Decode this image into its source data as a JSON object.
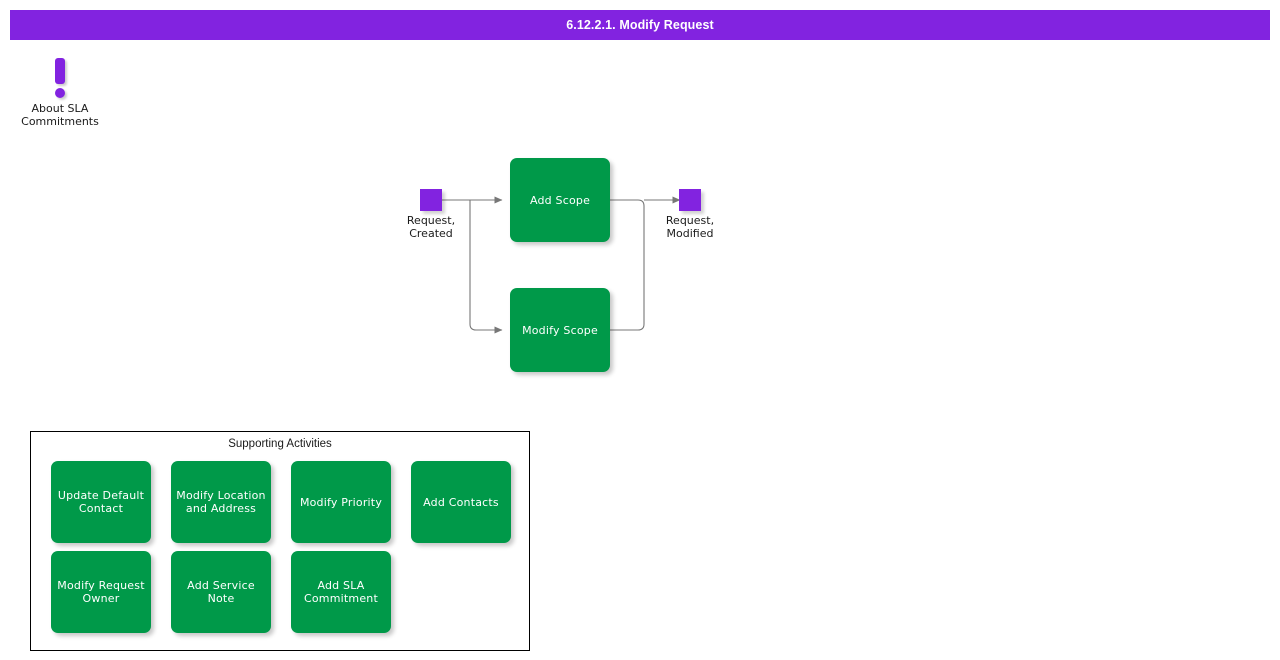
{
  "page": {
    "title": "6.12.2.1. Modify Request",
    "background_color": "#ffffff",
    "accent_purple": "#8223E0",
    "activity_green": "#009949",
    "border_color": "#000000"
  },
  "note": {
    "icon": "exclamation-icon",
    "label": "About SLA\nCommitments"
  },
  "flow": {
    "start_node": {
      "icon": "purple-square-node",
      "label": "Request,\nCreated",
      "color": "#8223E0"
    },
    "end_node": {
      "icon": "purple-square-node",
      "label": "Request,\nModified",
      "color": "#8223E0"
    },
    "activities": [
      {
        "label": "Add Scope",
        "color": "#009949"
      },
      {
        "label": "Modify Scope",
        "color": "#009949"
      }
    ]
  },
  "supporting": {
    "title": "Supporting Activities",
    "items": [
      {
        "label": "Update Default\nContact",
        "color": "#009949"
      },
      {
        "label": "Modify Location\nand Address",
        "color": "#009949"
      },
      {
        "label": "Modify Priority",
        "color": "#009949"
      },
      {
        "label": "Add Contacts",
        "color": "#009949"
      },
      {
        "label": "Modify Request\nOwner",
        "color": "#009949"
      },
      {
        "label": "Add Service\nNote",
        "color": "#009949"
      },
      {
        "label": "Add SLA\nCommitment",
        "color": "#009949"
      }
    ]
  }
}
